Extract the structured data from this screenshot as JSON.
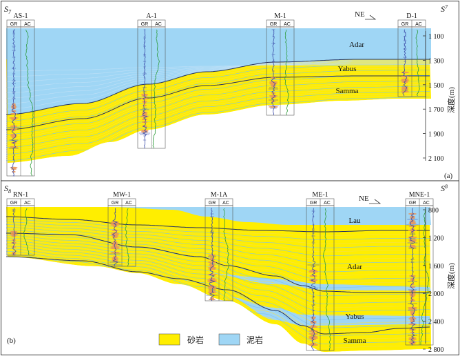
{
  "panel_a": {
    "label": "(a)",
    "section_start": "S",
    "section_start_sub": "7",
    "section_end": "S",
    "section_end_sup": "7",
    "sup_start": "",
    "direction": "NE",
    "wells": [
      {
        "name": "AS-1",
        "gr": "GR",
        "ac": "AC"
      },
      {
        "name": "A-1",
        "gr": "GR",
        "ac": "AC"
      },
      {
        "name": "M-1",
        "gr": "GR",
        "ac": "AC"
      },
      {
        "name": "D-1",
        "gr": "GR",
        "ac": "AC"
      }
    ],
    "formations": [
      "Adar",
      "Yabus",
      "Samma"
    ],
    "depth_ticks": [
      "1 100",
      "1 300",
      "1 500",
      "1 700",
      "1 900",
      "2 100"
    ],
    "depth_label": "深度(m)"
  },
  "panel_b": {
    "label": "(b)",
    "section_start": "S",
    "section_start_sub": "8",
    "section_end": "S",
    "section_end_sup": "8",
    "direction": "NE",
    "wells": [
      {
        "name": "RN-1",
        "gr": "GR",
        "ac": "AC"
      },
      {
        "name": "MW-1",
        "gr": "GR",
        "ac": "AC"
      },
      {
        "name": "M-1A",
        "gr": "GR",
        "ac": "AC"
      },
      {
        "name": "ME-1",
        "gr": "GR",
        "ac": "AC"
      },
      {
        "name": "MNE-1",
        "gr": "GR",
        "ac": "AC"
      }
    ],
    "formations": [
      "Lau",
      "Adar",
      "Yabus",
      "Samma"
    ],
    "depth_ticks": [
      "800",
      "1 200",
      "1 600",
      "2 000",
      "2 400",
      "2 800"
    ],
    "depth_label": "深度(m)"
  },
  "legend": {
    "sandstone": "砂岩",
    "mudstone": "泥岩"
  },
  "colors": {
    "sand": "#ffee00",
    "mud": "#9fd6f5",
    "mud_line": "#7cc3ee",
    "sand_line": "#f4e04a",
    "gr_curve": "#3a4aa8",
    "ac_curve": "#2e9a3a",
    "well_fill": "#e9955a"
  }
}
